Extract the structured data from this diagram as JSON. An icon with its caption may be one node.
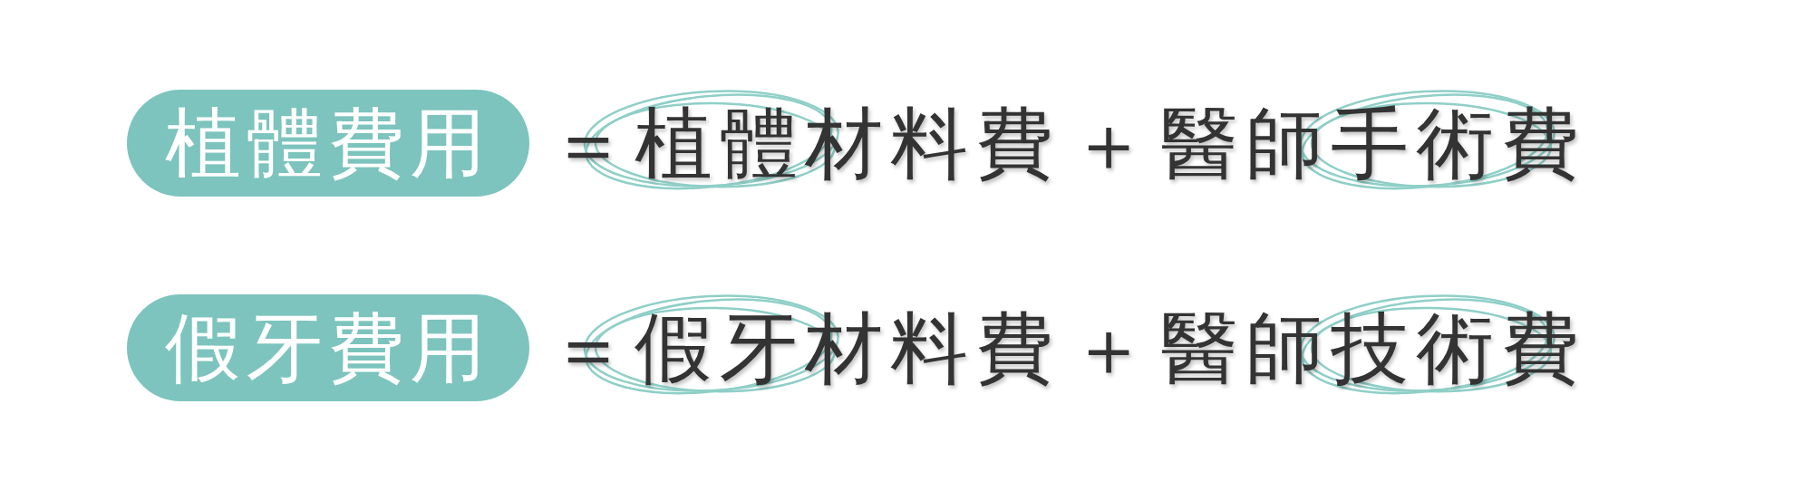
{
  "diagram": {
    "nodes": [
      {
        "text": [
          "植體費用"
        ]
      },
      {
        "text": [
          "假牙費用"
        ]
      }
    ],
    "labels": [
      "＝",
      "植體材料費",
      "＋",
      "醫師手術費",
      "＝",
      "假牙材料費",
      "＋",
      "醫師技術費"
    ]
  }
}
